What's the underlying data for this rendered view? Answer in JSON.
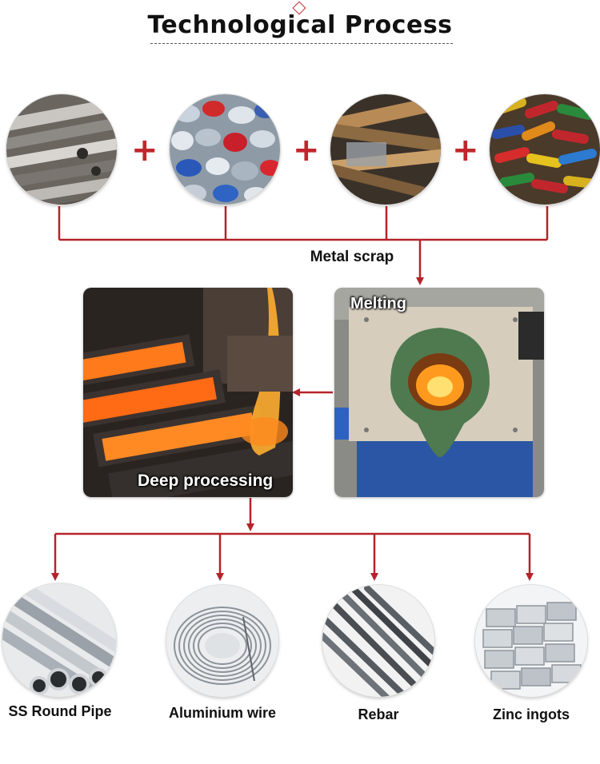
{
  "header": {
    "title": "Technological Process"
  },
  "inputs": {
    "label": "Metal scrap",
    "plus": "+"
  },
  "stages": {
    "melting": "Melting",
    "deep_processing": "Deep processing"
  },
  "products": [
    {
      "label": "SS Round Pipe"
    },
    {
      "label": "Aluminium wire"
    },
    {
      "label": "Rebar"
    },
    {
      "label": "Zinc ingots"
    }
  ],
  "colors": {
    "accent": "#b5232b",
    "title": "#111111"
  }
}
